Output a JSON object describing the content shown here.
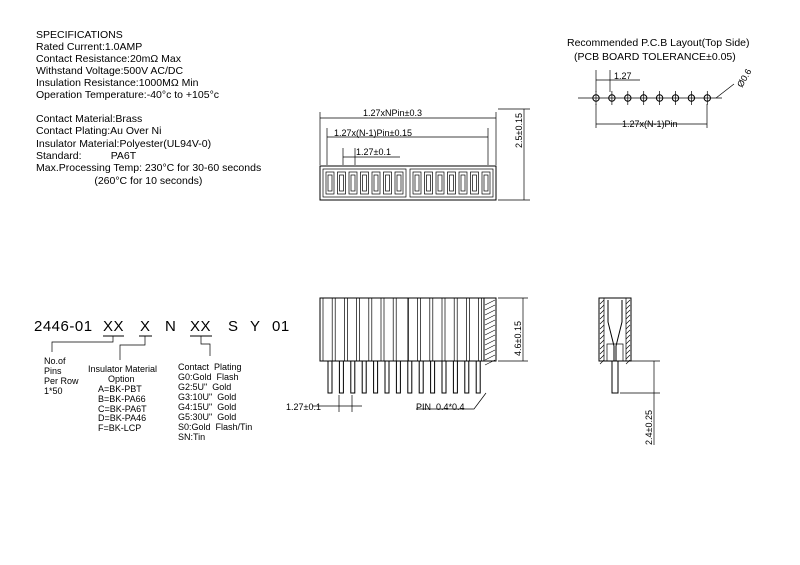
{
  "specifications": {
    "title": "SPECIFICATIONS",
    "lines": [
      "Rated Current:1.0AMP",
      "Contact Resistance:20mΩ Max",
      "Withstand Voltage:500V AC/DC",
      "Insulation Resistance:1000MΩ Min",
      "Operation Temperature:-40°c to +105°c"
    ],
    "material_lines": [
      "Contact Material:Brass",
      "Contact Plating:Au Over Ni",
      "Insulator Material:Polyester(UL94V-0)",
      "Standard:          PA6T",
      "Max.Processing Temp: 230°C for 30-60 seconds",
      "                    (260°C for 10 seconds)"
    ]
  },
  "pcb_layout": {
    "title_1": "Recommended P.C.B Layout(Top Side)",
    "title_2": "(PCB BOARD TOLERANCE±0.05)",
    "pitch_label": "1.27",
    "hole_label": "Ø0.6",
    "span_label": "1.27x(N-1)Pin",
    "hole_count": 8
  },
  "top_view": {
    "dim_overall": "1.27xNPin±0.3",
    "dim_span": "1.27x(N-1)Pin±0.15",
    "dim_pitch": "1.27±0.1",
    "dim_height": "2.5±0.15",
    "contact_count": 14
  },
  "part_number": {
    "base": "2446-01",
    "segments": [
      "XX",
      "X",
      "N",
      "XX",
      "S",
      "Y",
      "01"
    ]
  },
  "legend": {
    "pins": [
      "No.of",
      "Pins",
      "Per Row",
      "1*50"
    ],
    "insulator": [
      "Insulator Material",
      "Option",
      "A=BK-PBT",
      "B=BK-PA66",
      "C=BK-PA6T",
      "D=BK-PA46",
      "F=BK-LCP"
    ],
    "plating": [
      "Contact  Plating",
      "G0:Gold  Flash",
      "G2:5U\"  Gold",
      "G3:10U\"  Gold",
      "G4:15U\"  Gold",
      "G5:30U\"  Gold",
      "S0:Gold  Flash/Tin",
      "SN:Tin"
    ]
  },
  "front_view": {
    "dim_body_height": "4.6±0.15",
    "dim_pitch": "1.27±0.1",
    "dim_pin": "PIN  0.4*0.4",
    "pin_count": 14
  },
  "side_view": {
    "dim_tail": "2.4±0.25"
  }
}
